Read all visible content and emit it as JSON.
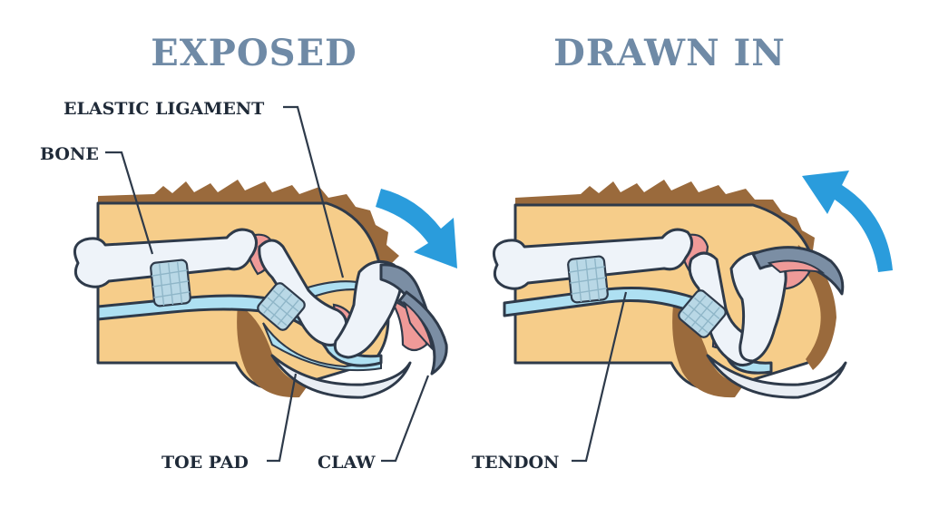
{
  "panels": {
    "left": {
      "title": "EXPOSED"
    },
    "right": {
      "title": "DRAWN IN"
    }
  },
  "labels": {
    "elastic_ligament": "ELASTIC LIGAMENT",
    "bone": "BONE",
    "toe_pad": "TOE PAD",
    "claw": "CLAW",
    "tendon": "TENDON"
  },
  "colors": {
    "skin": "#f6cd8a",
    "fur": "#9a6a3c",
    "bone": "#eef3f9",
    "tendon": "#aee0f2",
    "joint": "#ef9a98",
    "claw": "#7b8ea4",
    "cartilage": "#b9d8e6",
    "arrow": "#2a9cdc",
    "title": "#6f8aa6"
  }
}
